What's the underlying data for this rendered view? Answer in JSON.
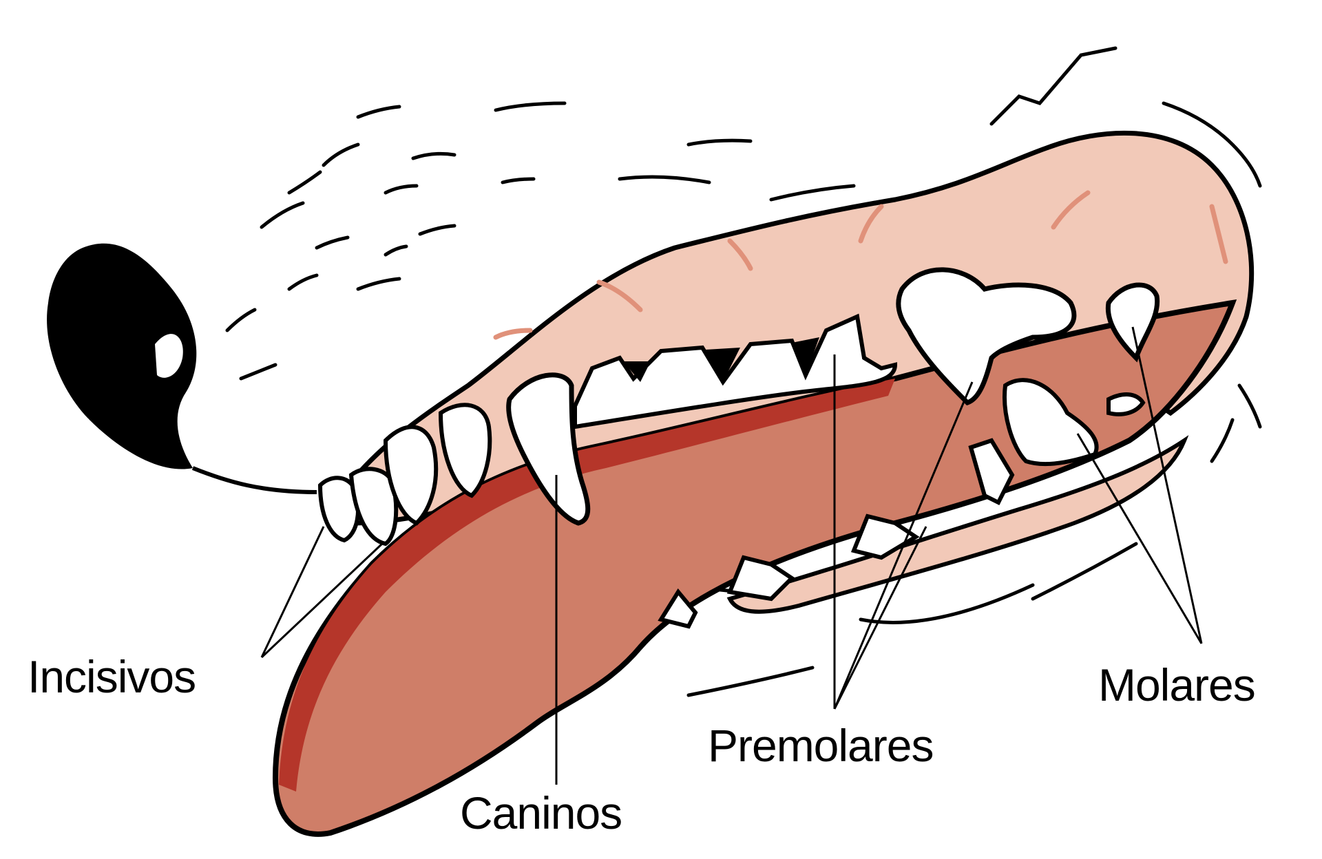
{
  "figure": {
    "subject": "Dog jaw dentition",
    "colors": {
      "background": "#FFFFFF",
      "gum": "#F2C9B8",
      "gum_streak": "#E0917A",
      "tongue": "#CF7E68",
      "tongue_edge": "#B5362A",
      "tooth": "#FFFFFF",
      "ink": "#000000"
    }
  },
  "labels": {
    "incisivos": "Incisivos",
    "caninos": "Caninos",
    "premolares": "Premolares",
    "molares": "Molares"
  }
}
